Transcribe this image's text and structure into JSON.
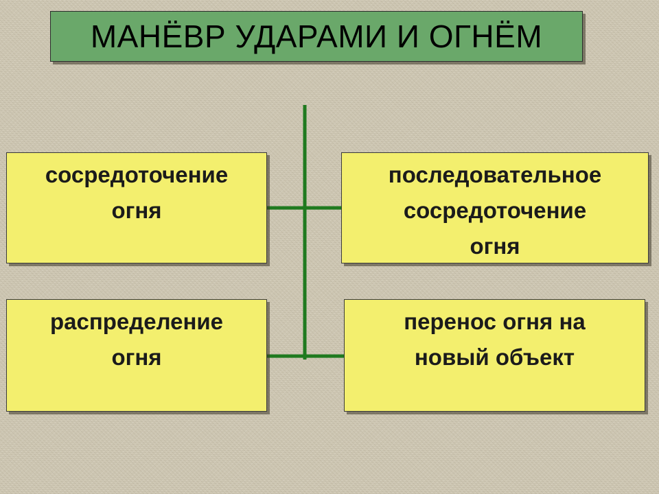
{
  "title": "МАНЁВР УДАРАМИ И ОГНЁМ",
  "colors": {
    "title_bg": "#6aa86a",
    "node_bg": "#f3ef6e",
    "connector": "#1f7a1f",
    "background": "#cfc8b4"
  },
  "nodes": [
    {
      "label": "сосредоточение\nогня"
    },
    {
      "label": "последовательное\nсосредоточение\nогня"
    },
    {
      "label": "распределение\nогня"
    },
    {
      "label": "перенос огня на\nновый объект"
    }
  ]
}
